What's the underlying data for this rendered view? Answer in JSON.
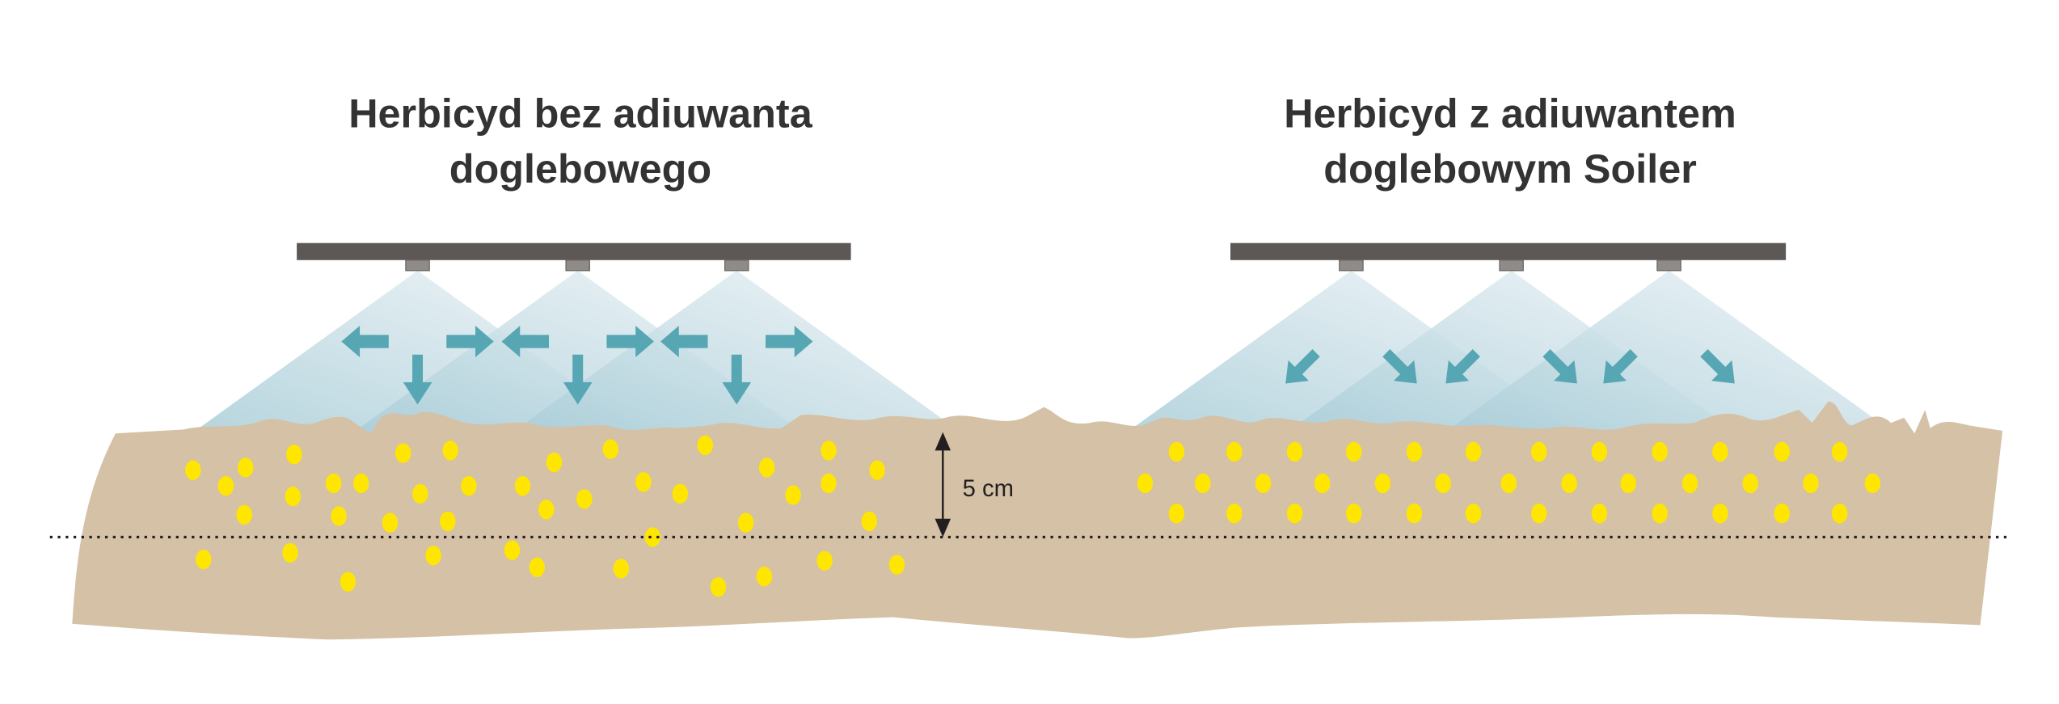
{
  "left_panel": {
    "title_line1": "Herbicyd bez adiuwanta",
    "title_line2": "doglebowego"
  },
  "right_panel": {
    "title_line1": "Herbicyd z adiuwantem",
    "title_line2": "doglebowym Soiler"
  },
  "depth_label": "5 cm",
  "colors": {
    "boom": "#5d5856",
    "nozzle": "#8f8b89",
    "spray": "#bcd8e1",
    "arrow": "#56a6b3",
    "soil": "#d4c1a6",
    "herbicide": "#ffe600",
    "text": "#333333"
  }
}
